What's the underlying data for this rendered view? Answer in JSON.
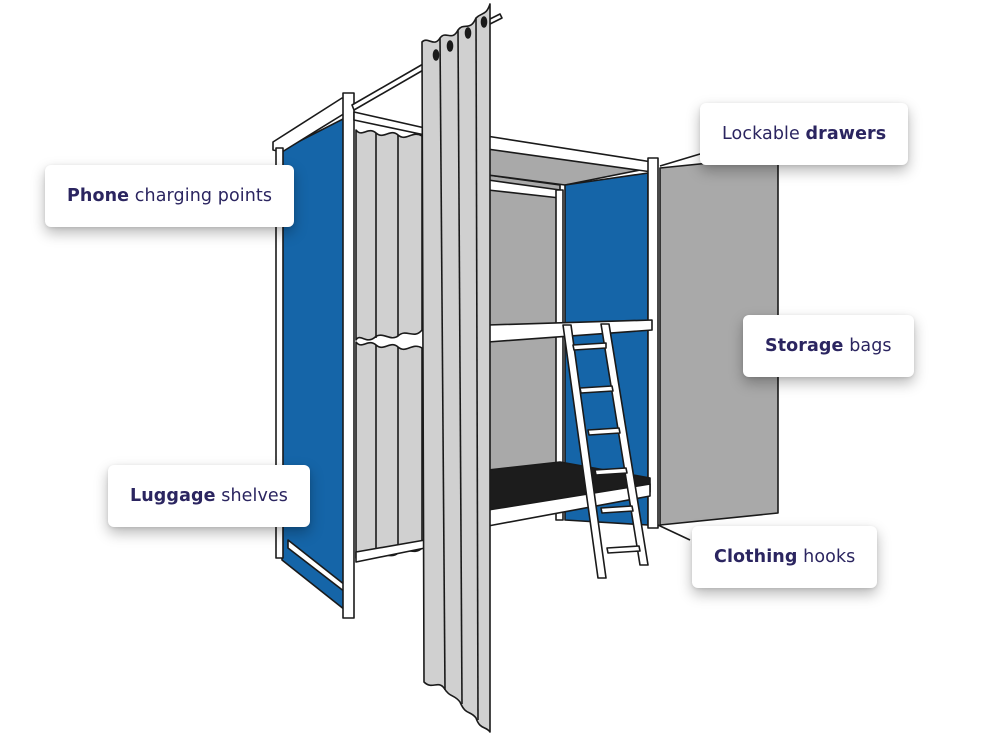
{
  "diagram": {
    "subject": "Sleeping pod / bunk cubicle with curtain and ladder",
    "colors": {
      "panel_blue": "#1565a8",
      "wall_grey": "#a9a9a9",
      "curtain_grey": "#d0d0d0",
      "mattress_black": "#1c1c1c",
      "label_text": "#2b2560"
    },
    "callouts": [
      {
        "id": "phone",
        "bold": "Phone",
        "rest": " charging points",
        "bold_first": true
      },
      {
        "id": "drawers",
        "pre": "Lockable ",
        "bold": "drawers",
        "bold_first": false
      },
      {
        "id": "storage",
        "bold": "Storage",
        "rest": " bags",
        "bold_first": true
      },
      {
        "id": "luggage",
        "bold": "Luggage",
        "rest": " shelves",
        "bold_first": true
      },
      {
        "id": "hooks",
        "bold": "Clothing",
        "rest": " hooks",
        "bold_first": true
      }
    ]
  }
}
